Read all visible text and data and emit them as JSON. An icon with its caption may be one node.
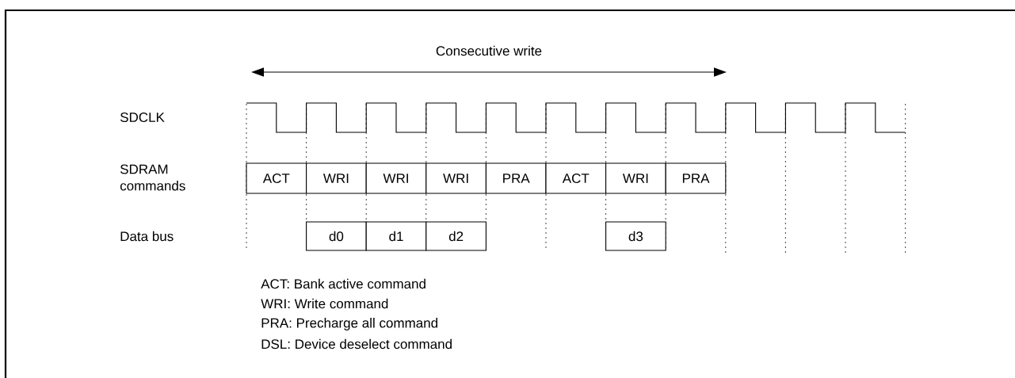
{
  "diagram": {
    "nodes": [
      {
        "text": [
          "ACT"
        ]
      },
      {
        "text": [
          "WRI"
        ]
      },
      {
        "text": [
          "WRI"
        ]
      },
      {
        "text": [
          "WRI"
        ]
      },
      {
        "text": [
          "PRA"
        ]
      },
      {
        "text": [
          "ACT"
        ]
      },
      {
        "text": [
          "WRI"
        ]
      },
      {
        "text": [
          "PRA"
        ]
      },
      {
        "text": [
          "d0"
        ]
      },
      {
        "text": [
          "d1"
        ]
      },
      {
        "text": [
          "d2"
        ]
      },
      {
        "text": [
          "d3"
        ]
      }
    ],
    "labels": [
      "Consecutive write",
      "SDCLK",
      "SDRAM commands",
      "Data bus",
      "ACT: Bank active command",
      "WRI: Write command",
      "PRA: Precharge all command",
      "DSL: Device deselect command"
    ]
  }
}
